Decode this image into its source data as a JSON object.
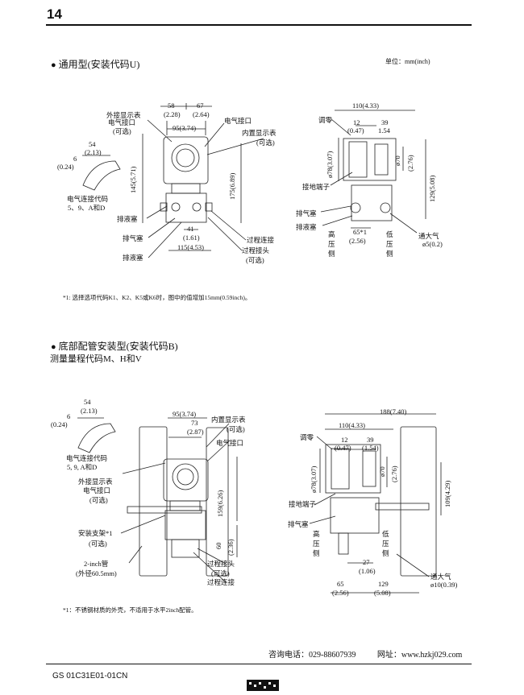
{
  "page": {
    "number": "14"
  },
  "section1": {
    "heading": "通用型(安装代码U)",
    "unit": "单位：mm(inch)",
    "left": {
      "dims": [
        "58",
        "(2.28)",
        "67",
        "(2.64)",
        "95(3.74)",
        "54",
        "(2.13)",
        "6",
        "(0.24)",
        "145(5.71)",
        "175(6.89)",
        "41",
        "(1.61)",
        "115(4.53)"
      ],
      "labels": [
        "外接显示表",
        "电气接口",
        "(可选)",
        "电气接口",
        "内置显示表",
        "(可选)",
        "电气连接代码",
        "5、9、A和D",
        "排液塞",
        "排气塞",
        "排液塞",
        "过程连接",
        "过程接头",
        "(可选)"
      ]
    },
    "right": {
      "dims": [
        "110(4.33)",
        "12",
        "(0.47)",
        "39",
        "1.54",
        "ø78(3.07)",
        "ø70",
        "(2.76)",
        "129(5.08)",
        "65*1",
        "(2.56)",
        "ø5(0.2)"
      ],
      "labels": [
        "调零",
        "接地端子",
        "排气塞",
        "排液塞",
        "高",
        "压",
        "侧",
        "低",
        "压",
        "侧",
        "通大气"
      ]
    },
    "footnote": "*1:   选择选项代码K1、K2、K5或K6时，图中的值增加15mm(0.59inch)。"
  },
  "section2": {
    "heading": "底部配管安装型(安装代码B)",
    "subheading": "测量量程代码M、H和V",
    "left": {
      "dims": [
        "54",
        "(2.13)",
        "6",
        "(0.24)",
        "95(3.74)",
        "73",
        "(2.87)",
        "159(6.26)",
        "60",
        "(2.36)"
      ],
      "labels": [
        "内置显示表",
        "(可选)",
        "电气接口",
        "电气连接代码",
        "5, 9, A和D",
        "外接显示表",
        "电气接口",
        "(可选)",
        "安装支架*1",
        "(可选)",
        "2-inch管",
        "(外径60.5mm)",
        "过程接头",
        "(可选)",
        "过程连接"
      ]
    },
    "right": {
      "dims": [
        "188(7.40)",
        "110(4.33)",
        "12",
        "(0.47)",
        "39",
        "(1.54)",
        "ø78(3.07)",
        "ø70",
        "(2.76)",
        "109(4.29)",
        "27",
        "(1.06)",
        "65",
        "(2.56)",
        "129",
        "(5.08)"
      ],
      "labels": [
        "调零",
        "接地端子",
        "排气塞",
        "高",
        "压",
        "侧",
        "低",
        "压",
        "侧",
        "通大气",
        "ø10(0.39)"
      ]
    },
    "footnote": "*1：不锈钢材质的外壳，不适用于水平2inch配管。"
  },
  "contact": {
    "phone_label": "咨询电话：",
    "phone": "029-88607939",
    "web_label": "网址：",
    "web": "www.hzkj029.com"
  },
  "footer": {
    "doc_id": "GS 01C31E01-01CN"
  }
}
